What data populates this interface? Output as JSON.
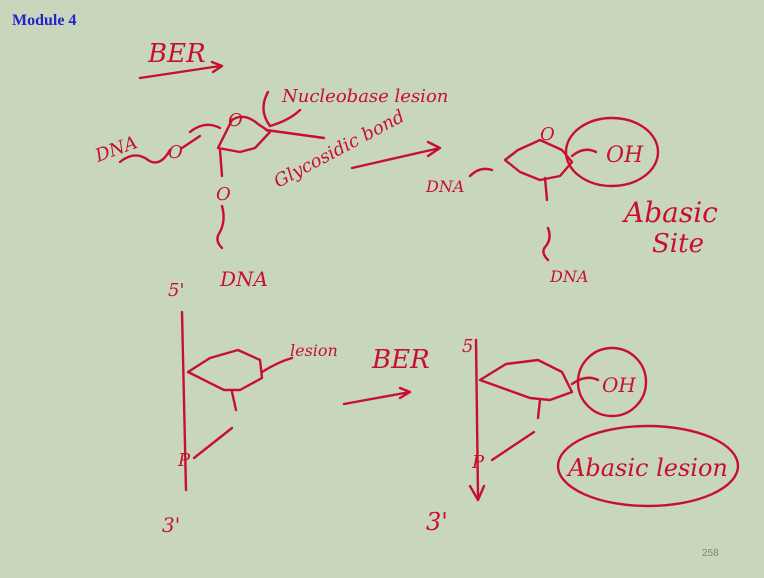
{
  "slide": {
    "module_title": "Module 4",
    "page_number": "258"
  },
  "annotations": {
    "ber_top": "BER",
    "nucleobase_lesion": "Nucleobase lesion",
    "glycosidic_bond": "Glycosidic bond",
    "dna_left": "DNA",
    "dna_bottom_left": "DNA",
    "dna_right": "DNA",
    "dna_bottom_right": "DNA",
    "oh_top": "OH",
    "abasic_site_line1": "Abasic",
    "abasic_site_line2": "Site",
    "five_prime_left": "5'",
    "five_prime_right": "5'",
    "lesion_label": "lesion",
    "ber_middle": "BER",
    "oh_bottom": "OH",
    "abasic_lesion": "Abasic lesion",
    "three_prime_left": "3'",
    "three_prime_right": "3'",
    "o_ring_top_left": "O",
    "o_ring_top_right": "O",
    "o_ring_bottom_left": "O",
    "o_ring_bottom_right": "O",
    "p_left": "P",
    "p_right": "P"
  },
  "colors": {
    "background": "#c8d6bc",
    "ink": "#c8102e",
    "title": "#2323c8"
  }
}
